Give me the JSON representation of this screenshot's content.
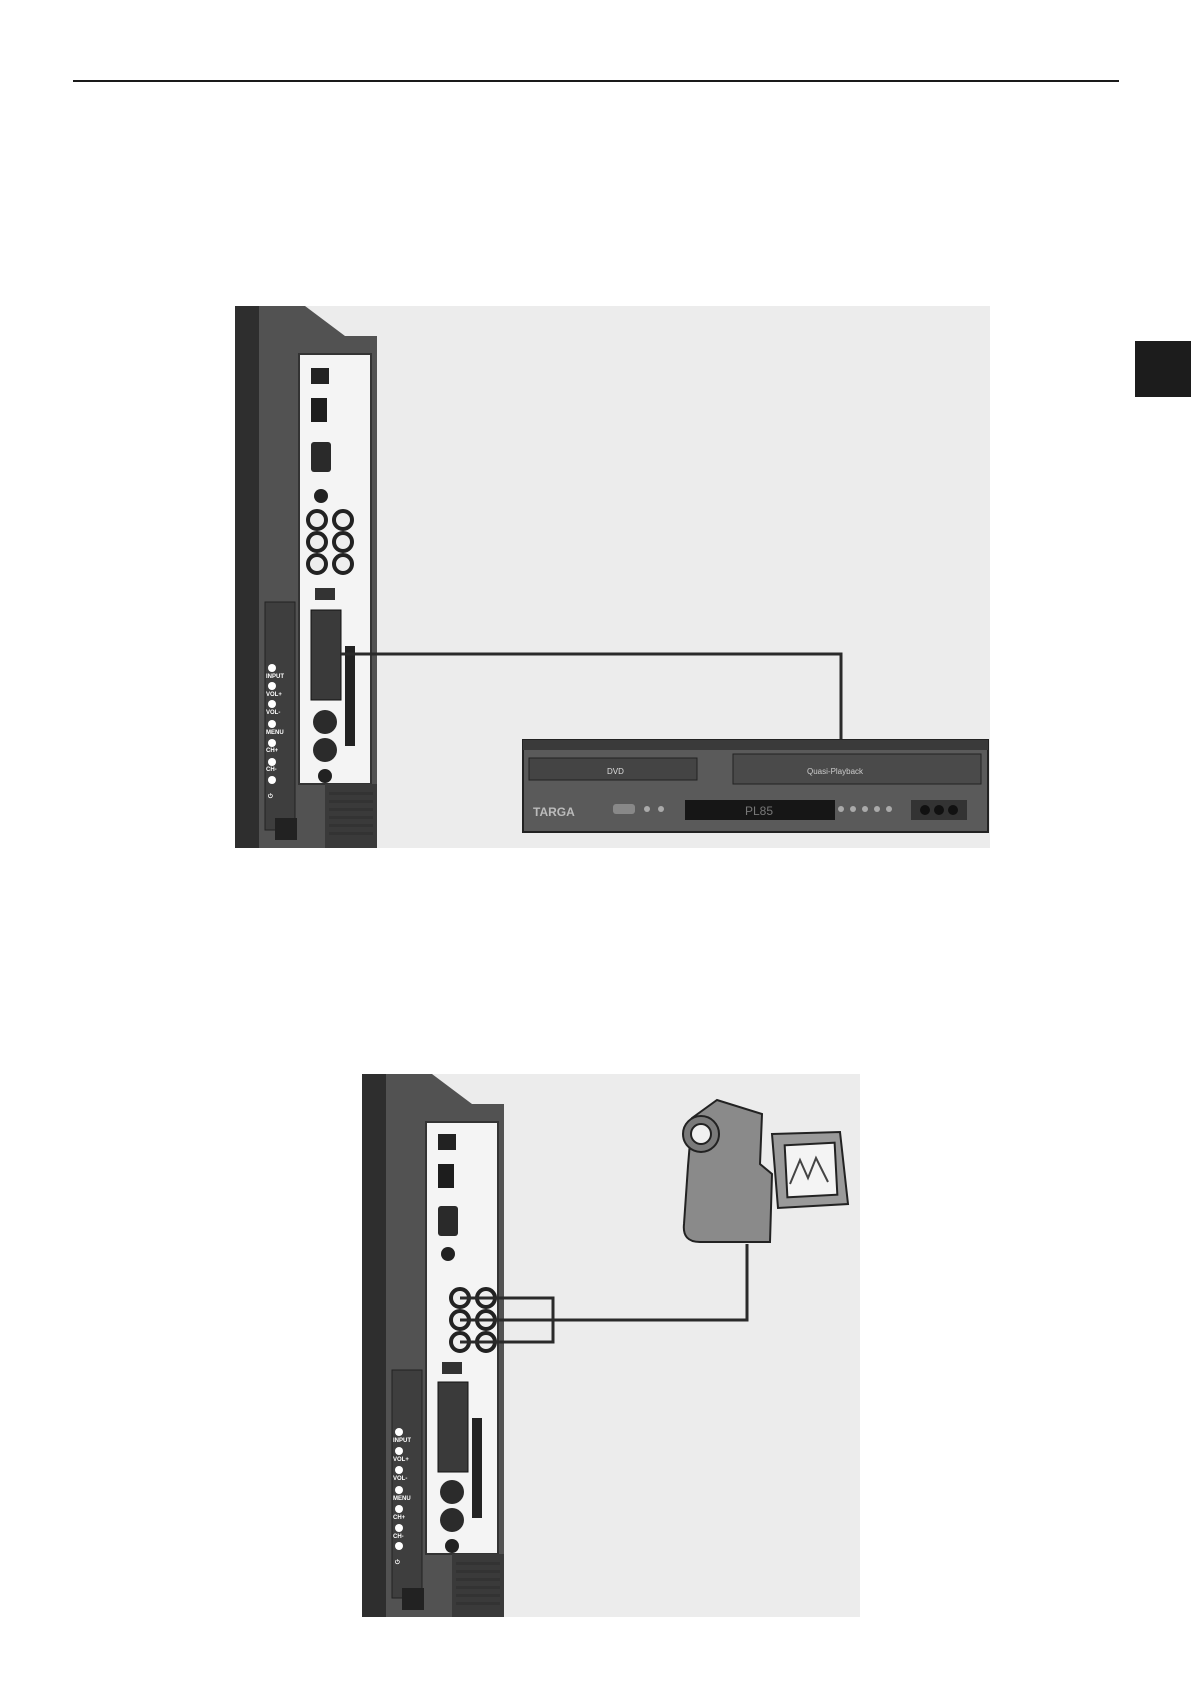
{
  "panel_labels": {
    "input": "INPUT",
    "vol_up": "VOL+",
    "vol_down": "VOL-",
    "menu": "MENU",
    "ch_up": "CH+",
    "ch_down": "CH-",
    "power": "⏻"
  },
  "vcr": {
    "brand": "TARGA",
    "dvd_label": "DVD",
    "display": "PL85",
    "tape_label": "Quasi-Playback"
  },
  "icons": {
    "tv_side_panel": "tv-side-panel-icon",
    "dvd_vcr_combo": "dvd-vcr-combo-icon",
    "camcorder": "camcorder-icon",
    "section_tab": "section-tab"
  },
  "colors": {
    "rule": "#1a1a1a",
    "tab": "#1c1c1c",
    "figure_bg": "#ececec",
    "tv_body": "#4a4a4a",
    "cable": "#2a2a2a"
  }
}
